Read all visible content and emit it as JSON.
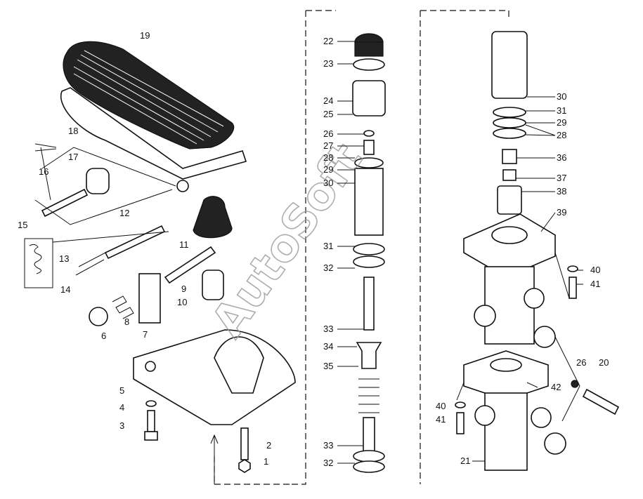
{
  "watermark": "AutoSoft",
  "labels": {
    "left": [
      "19",
      "18",
      "17",
      "16",
      "15",
      "12",
      "13",
      "11",
      "14",
      "9",
      "10",
      "8",
      "6",
      "7",
      "5",
      "4",
      "3",
      "2",
      "1"
    ],
    "middle": [
      "22",
      "23",
      "24",
      "25",
      "26",
      "27",
      "28",
      "29",
      "30",
      "31",
      "32",
      "33",
      "34",
      "35",
      "33",
      "32"
    ],
    "right": [
      "30",
      "31",
      "29",
      "28",
      "36",
      "37",
      "38",
      "39",
      "40",
      "41",
      "26",
      "20",
      "42",
      "40",
      "41",
      "21"
    ]
  }
}
